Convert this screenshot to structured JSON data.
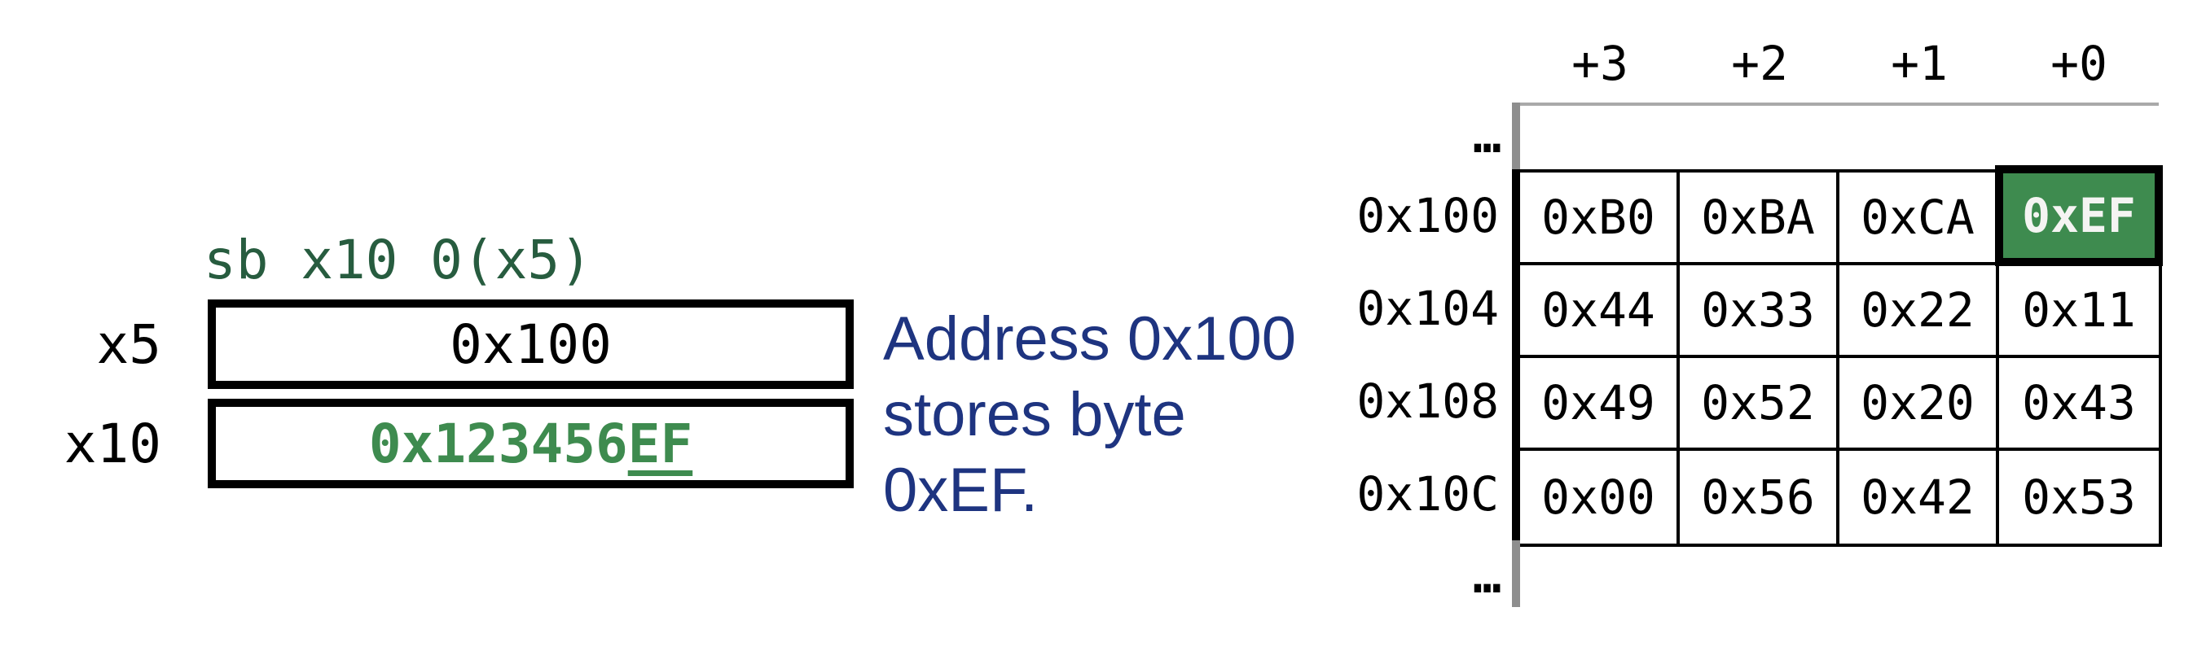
{
  "colors": {
    "instruction_green": "#275C3F",
    "value_green": "#3E8B4F",
    "caption_navy": "#1E3480",
    "highlight_fill": "#3E8B4F",
    "highlight_text": "#F4F4F2",
    "gray_line": "#A9A9A9",
    "gray_bar": "#8E8E8E",
    "black": "#000000"
  },
  "instruction": {
    "text": "sb x10 0(x5)"
  },
  "registers": [
    {
      "name": "x5",
      "value": "0x100"
    },
    {
      "name": "x10",
      "value_prefix": "0x123456",
      "value_suffix": "EF"
    }
  ],
  "caption": {
    "lines": [
      "Address 0x100",
      "stores byte",
      "0xEF."
    ]
  },
  "memory_table": {
    "ellipsis": "…",
    "byte_offsets": [
      "+3",
      "+2",
      "+1",
      "+0"
    ],
    "highlighted_cell": {
      "row_address": "0x100",
      "offset": "+0",
      "value": "0xEF"
    },
    "rows": [
      {
        "address": "0x100",
        "bytes": [
          "0xB0",
          "0xBA",
          "0xCA",
          "0xEF"
        ]
      },
      {
        "address": "0x104",
        "bytes": [
          "0x44",
          "0x33",
          "0x22",
          "0x11"
        ]
      },
      {
        "address": "0x108",
        "bytes": [
          "0x49",
          "0x52",
          "0x20",
          "0x43"
        ]
      },
      {
        "address": "0x10C",
        "bytes": [
          "0x00",
          "0x56",
          "0x42",
          "0x53"
        ]
      }
    ]
  }
}
